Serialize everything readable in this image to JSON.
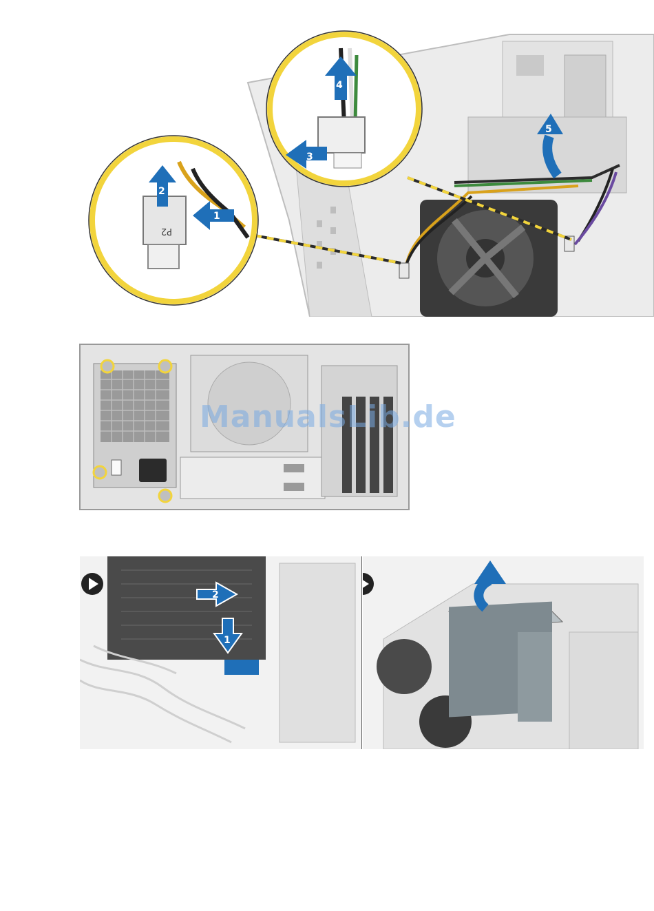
{
  "watermark": "ManualsLib.de",
  "figure_top": {
    "callout_left": {
      "label": "P2",
      "step_a": "1",
      "step_b": "2"
    },
    "callout_right": {
      "step_a": "3",
      "step_b": "4"
    },
    "step_c": "5"
  },
  "figure_steps": {
    "panel_a": {
      "step_a": "1",
      "step_b": "2"
    },
    "panel_b": {}
  },
  "colors": {
    "callout_ring": "#f2d43c",
    "arrow": "#1f6fb8",
    "metal": "#d9dadb",
    "dark": "#2b2b2b"
  }
}
